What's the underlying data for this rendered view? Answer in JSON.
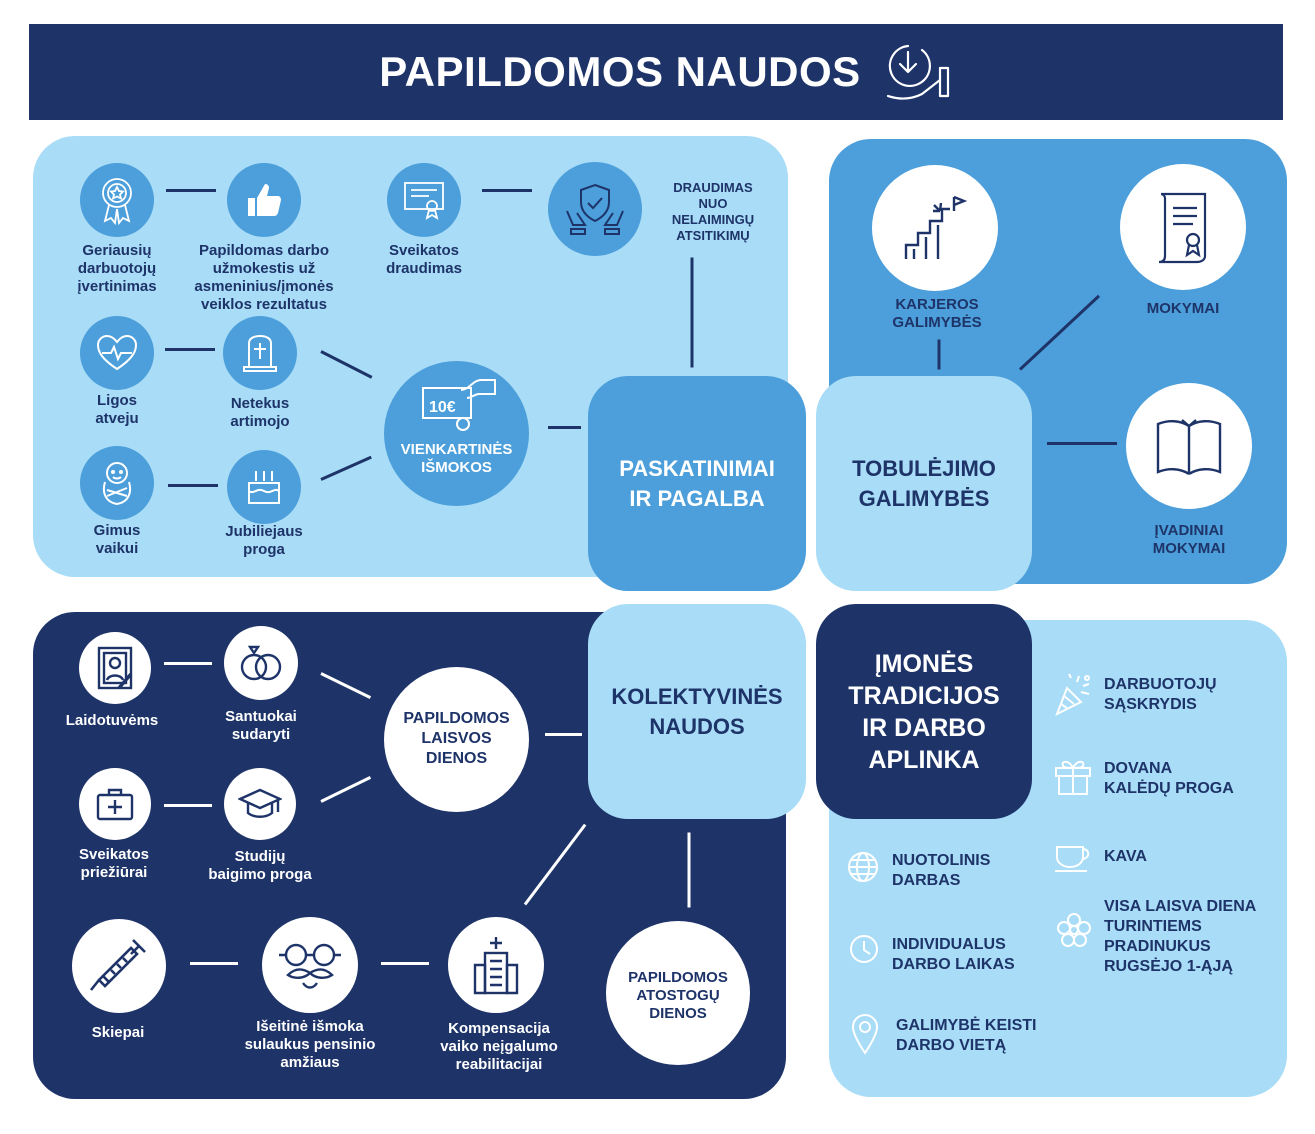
{
  "title": "PAPILDOMOS NAUDOS",
  "colors": {
    "navy": "#1e3469",
    "medium_blue": "#4c9fda",
    "light_blue": "#a8dcf7",
    "white": "#ffffff"
  },
  "hubs": {
    "incentives": "PASKATINIMAI\nIR PAGALBA",
    "development": "TOBULĖJIMO\nGALIMYBĖS",
    "collective": "KOLEKTYVINĖS\nNAUDOS",
    "traditions": "ĮMONĖS\nTRADICIJOS\nIR DARBO\nAPLINKA"
  },
  "incentives": {
    "best_employee": "Geriausių\ndarbuotojų\nįvertinimas",
    "extra_pay": "Papildomas darbo\nužmokestis už\nasmeninius/įmonės\nveiklos rezultatus",
    "health_insurance": "Sveikatos\ndraudimas",
    "accident_insurance": "DRAUDIMAS\nNUO\nNELAIMINGŲ\nATSITIKIMŲ",
    "illness": "Ligos\natveju",
    "bereavement": "Netekus\nartimojo",
    "one_time": "VIENKARTINĖS\nIŠMOKOS",
    "birth": "Gimus\nvaikui",
    "anniversary": "Jubiliejaus\nproga"
  },
  "development": {
    "career": "KARJEROS\nGALIMYBĖS",
    "training": "MOKYMAI",
    "intro": "ĮVADINIAI\nMOKYMAI"
  },
  "collective": {
    "funeral": "Laidotuvėms",
    "marriage": "Santuokai\nsudaryti",
    "extra_days": "PAPILDOMOS\nLAISVOS\nDIENOS",
    "health_care": "Sveikatos\npriežiūrai",
    "graduation": "Studijų\nbaigimo proga",
    "vaccines": "Skiepai",
    "retirement": "Išeitinė išmoka\nsulaukus pensinio\namžiaus",
    "compensation": "Kompensacija\nvaiko neįgalumo\nreabilitacijai",
    "vacation_days": "PAPILDOMOS\nATOSTOGŲ\nDIENOS"
  },
  "traditions": {
    "gathering": "DARBUOTOJŲ\nSĄSKRYDIS",
    "gift": "DOVANA\nKALĖDŲ PROGA",
    "coffee": "KAVA",
    "day_off": "VISA LAISVA DIENA\nTURINTIEMS\nPRADINUKUS\nRUGSĖJO 1-ĄJĄ",
    "remote": "NUOTOLINIS\nDARBAS",
    "flex_hours": "INDIVIDUALUS\nDARBO LAIKAS",
    "workplace": "GALIMYBĖ KEISTI\nDARBO VIETĄ"
  }
}
